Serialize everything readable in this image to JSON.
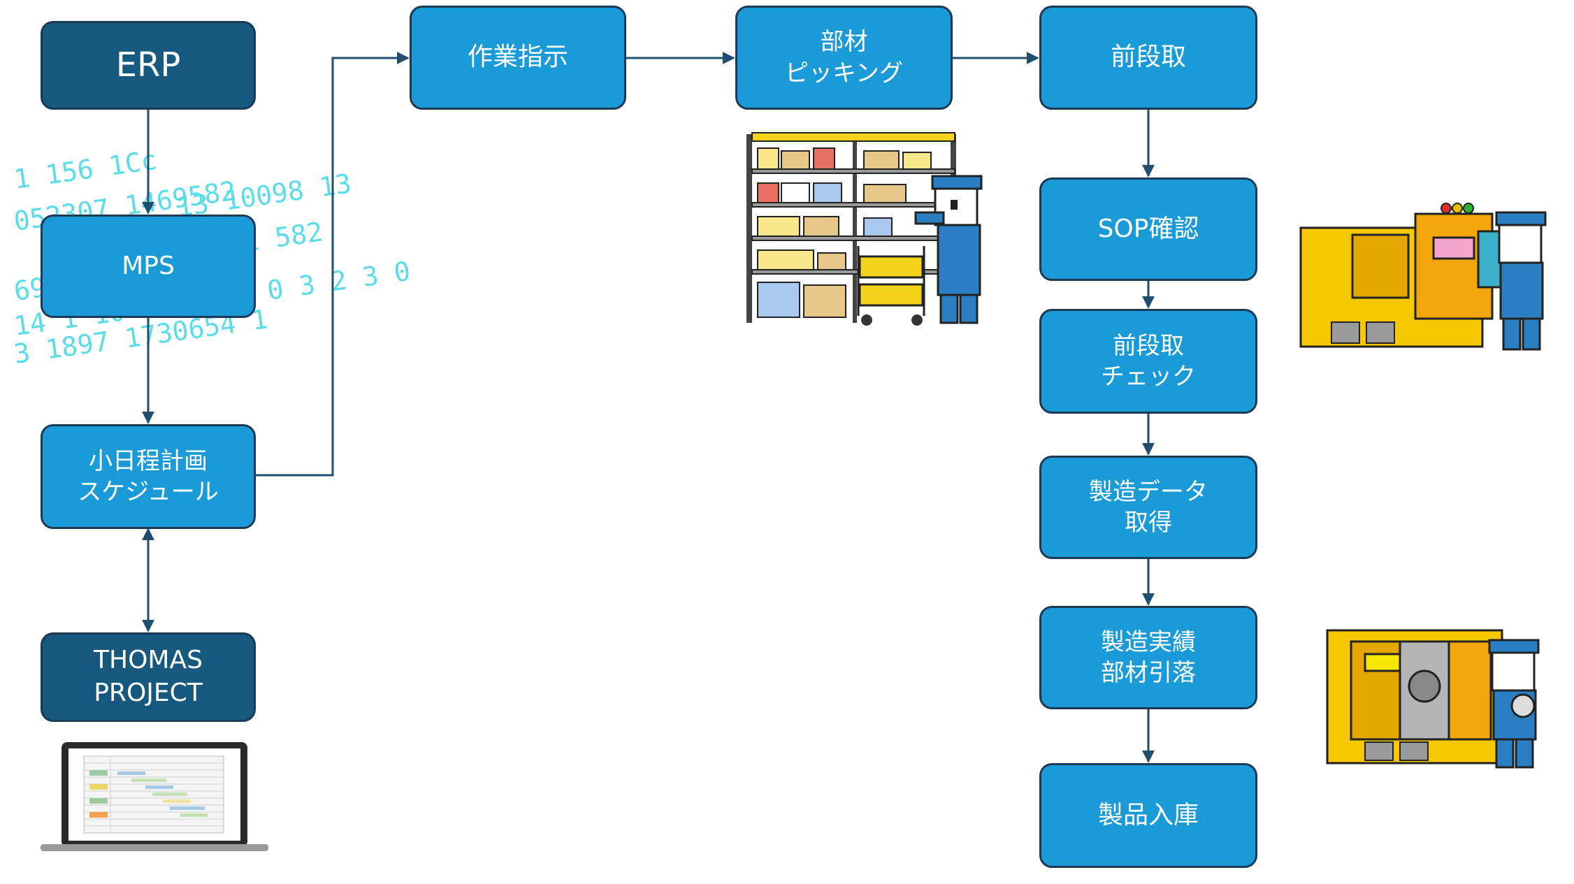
{
  "colors": {
    "box_fill": "#1a9ad6",
    "box_dark_fill": "#17587e",
    "box_border": "#1c3a55",
    "arrow": "#1f4e6e",
    "digits": "#3fd6e6"
  },
  "nodes": {
    "erp": {
      "lines": [
        "ERP"
      ]
    },
    "mps": {
      "lines": [
        "MPS"
      ]
    },
    "schedule": {
      "lines": [
        "小日程計画",
        "スケジュール"
      ]
    },
    "thomas": {
      "lines": [
        "THOMAS",
        "PROJECT"
      ]
    },
    "work_order": {
      "lines": [
        "作業指示"
      ]
    },
    "picking": {
      "lines": [
        "部材",
        "ピッキング"
      ]
    },
    "setup": {
      "lines": [
        "前段取"
      ]
    },
    "sop": {
      "lines": [
        "SOP確認"
      ]
    },
    "setup_check": {
      "lines": [
        "前段取",
        "チェック"
      ]
    },
    "data_collect": {
      "lines": [
        "製造データ",
        "取得"
      ]
    },
    "results": {
      "lines": [
        "製造実績",
        "部材引落"
      ]
    },
    "storage": {
      "lines": [
        "製品入庫"
      ]
    }
  },
  "background_digits": [
    "1 156 1Cc",
    "052307 1469582",
    "13 10098 13",
    "1 582",
    "69 1 17",
    "14 1 10 2 5 9 4 0 3 2 3 0",
    "3 1897 1730654 1"
  ],
  "icons": {
    "laptop": "laptop-gantt-icon",
    "shelf": "warehouse-shelf-worker-icon",
    "machine_setup": "cnc-machine-operator-icon",
    "machine_output": "cnc-machine-part-icon"
  }
}
